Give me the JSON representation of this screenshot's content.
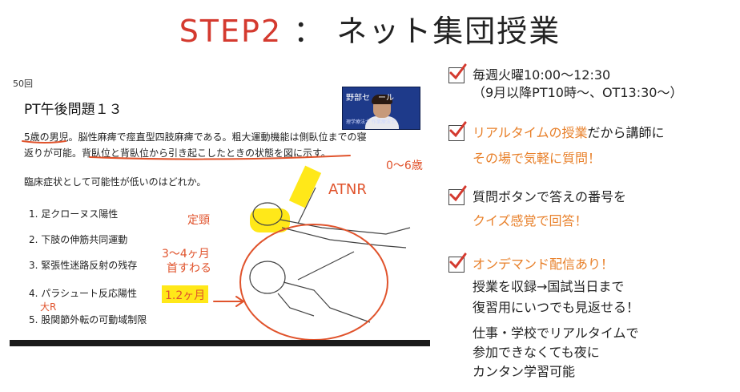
{
  "heading": {
    "step": "STEP2",
    "rest": " ： ネット集団授業"
  },
  "slide": {
    "number": "50回",
    "title": "PT午後問題１３",
    "video_label": "野部セ　ール",
    "video_sub": "理学療法士 作業療法士",
    "text_line1_a": "5歳の男児",
    "text_line1_b": "。脳性麻痺で痙直型四肢麻痺である。粗大運動機能は側臥位までの寝",
    "text_line2_a": "返りが可能。",
    "text_line2_b": "背臥位と背臥位から引き起こしたときの状態を図に示す。",
    "question": "臨床症状として可能性が低いのはどれか。",
    "options": [
      "1.  足クローヌス陽性",
      "2.  下肢の伸筋共同運動",
      "3.  緊張性迷路反射の残存",
      "4.  パラシュート反応陽性",
      "5.  股関節外転の可動域制限"
    ],
    "annotations": {
      "age_range": "0〜6歳",
      "atnr": "ATNR",
      "tension": "定頸",
      "months_a": "3〜4ヶ月",
      "months_b": "首すわる",
      "months_c": "1.2ヶ月",
      "big": "大R"
    }
  },
  "features": [
    {
      "lines": [
        {
          "text": "毎週火曜10:00〜12:30",
          "style": "dark"
        },
        {
          "text": "（9月以降PT10時〜、OT13:30〜）",
          "style": "dark"
        }
      ]
    },
    {
      "lines": [
        {
          "text": "リアルタイムの授業",
          "style": "orange",
          "tail": "だから講師に"
        },
        {
          "text": "その場で気軽に質問！",
          "style": "orange"
        }
      ]
    },
    {
      "lines": [
        {
          "text": "質問ボタンで答えの番号を",
          "style": "dark"
        },
        {
          "text": "クイズ感覚で回答！",
          "style": "orange"
        }
      ]
    },
    {
      "lines": [
        {
          "text": "オンデマンド配信あり！",
          "style": "orange"
        },
        {
          "text": "授業を収録→国試当日まで",
          "style": "dark"
        },
        {
          "text": "復習用にいつでも見返せる！",
          "style": "dark"
        },
        {
          "text": "仕事・学校でリアルタイムで",
          "style": "dark"
        },
        {
          "text": "参加できなくても夜に",
          "style": "dark"
        },
        {
          "text": "カンタン学習可能",
          "style": "dark"
        }
      ]
    }
  ],
  "colors": {
    "accent_red": "#d43a2f",
    "orange": "#e8802a",
    "highlight": "#ffe600"
  }
}
